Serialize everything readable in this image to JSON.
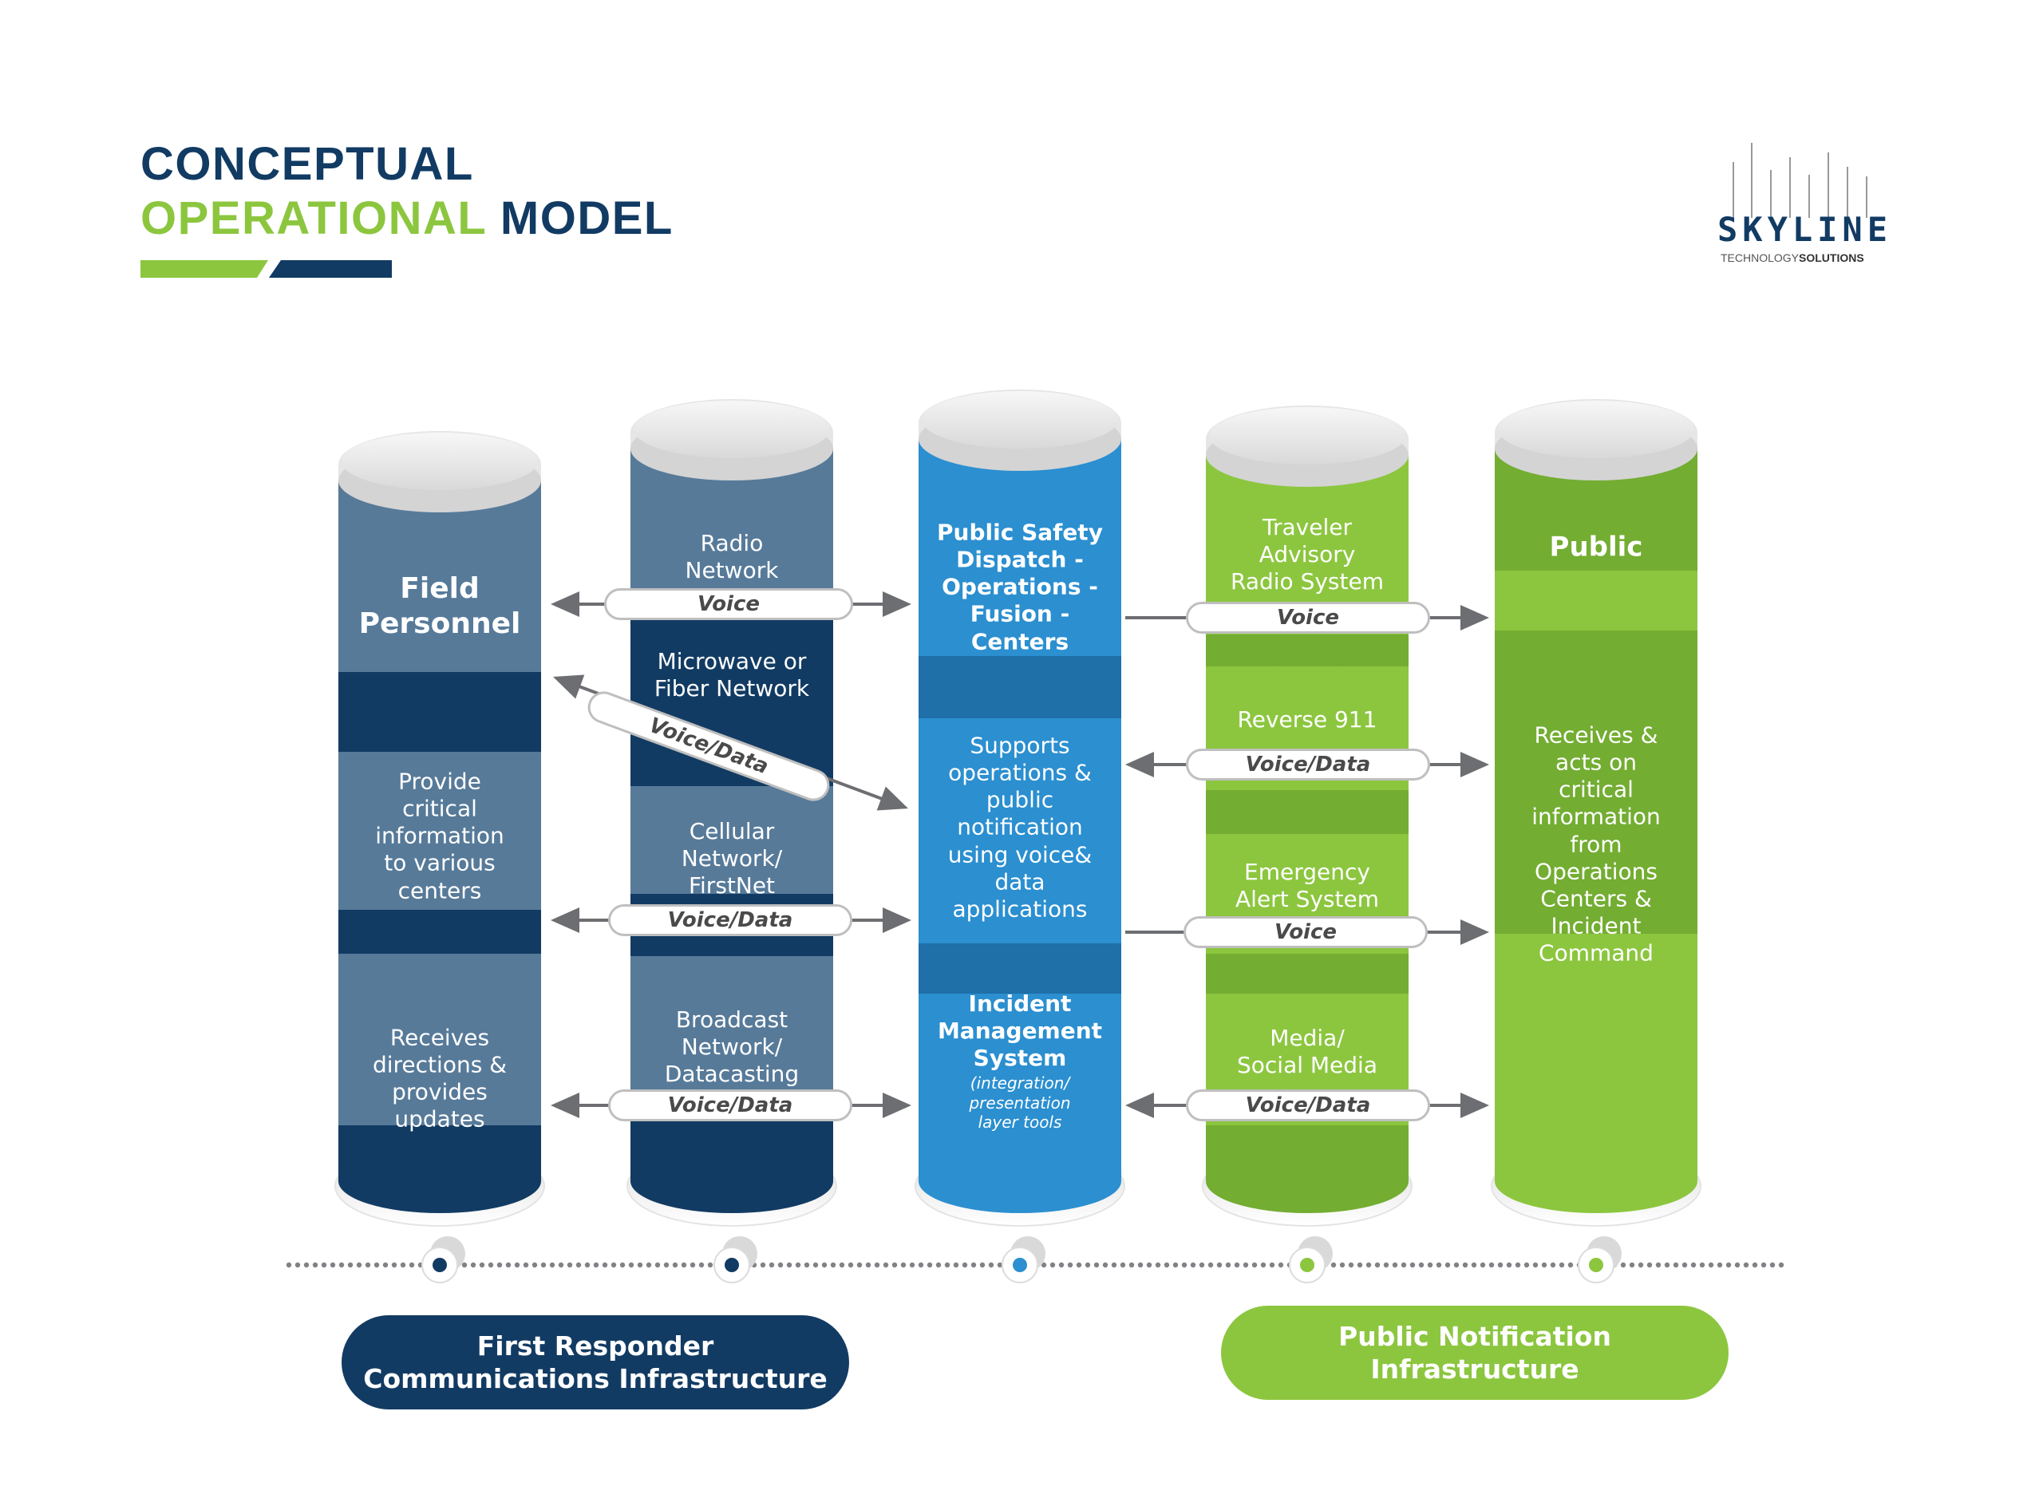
{
  "title": {
    "line1": "CONCEPTUAL",
    "line2_green": "OPERATIONAL",
    "line2_navy": "MODEL"
  },
  "logo": {
    "name": "SKYLINE",
    "sub_light": "TECHNOLOGY",
    "sub_bold": "SOLUTIONS"
  },
  "colors": {
    "navy": "#123b63",
    "slate": "#577a99",
    "blue": "#2b8fd0",
    "blue_dark": "#1f6fa8",
    "green": "#8cc63f",
    "green_dark": "#73ad32",
    "gray_line": "#6d6e71"
  },
  "columns": [
    {
      "sections": [
        {
          "text": "Field\nPersonnel",
          "bold": true
        },
        {
          "text": "Provide\ncritical\ninformation\nto various\ncenters",
          "bold": false
        },
        {
          "text": "Receives\ndirections &\nprovides\nupdates",
          "bold": false
        }
      ]
    },
    {
      "sections": [
        {
          "text": "Radio\nNetwork",
          "bold": false
        },
        {
          "text": "Microwave or\nFiber Network",
          "bold": false
        },
        {
          "text": "Cellular\nNetwork/\nFirstNet",
          "bold": false
        },
        {
          "text": "Broadcast\nNetwork/\nDatacasting",
          "bold": false
        }
      ]
    },
    {
      "sections": [
        {
          "text": "Public Safety\nDispatch -\nOperations -\nFusion -\nCenters",
          "bold": true
        },
        {
          "text": "Supports\noperations &\npublic\nnotification\nusing voice&\ndata\napplications",
          "bold": false
        },
        {
          "text": "Incident\nManagement\nSystem",
          "bold": true,
          "sub": "(integration/\npresentation\nlayer tools"
        }
      ]
    },
    {
      "sections": [
        {
          "text": "Traveler\nAdvisory\nRadio System",
          "bold": false
        },
        {
          "text": "Reverse 911",
          "bold": false
        },
        {
          "text": "Emergency\nAlert System",
          "bold": false
        },
        {
          "text": "Media/\nSocial Media",
          "bold": false
        }
      ]
    },
    {
      "sections": [
        {
          "text": "Public",
          "bold": true
        },
        {
          "text": "Receives &\nacts on\ncritical\ninformation\nfrom\nOperations\nCenters &\nIncident\nCommand",
          "bold": false
        }
      ]
    }
  ],
  "connectors": [
    {
      "label": "Voice"
    },
    {
      "label": "Voice/Data"
    },
    {
      "label": "Voice/Data"
    },
    {
      "label": "Voice/Data"
    },
    {
      "label": "Voice"
    },
    {
      "label": "Voice/Data"
    },
    {
      "label": "Voice"
    },
    {
      "label": "Voice/Data"
    }
  ],
  "groups": [
    {
      "label": "First Responder\nCommunications Infrastructure"
    },
    {
      "label": "Public Notification\nInfrastructure"
    }
  ]
}
